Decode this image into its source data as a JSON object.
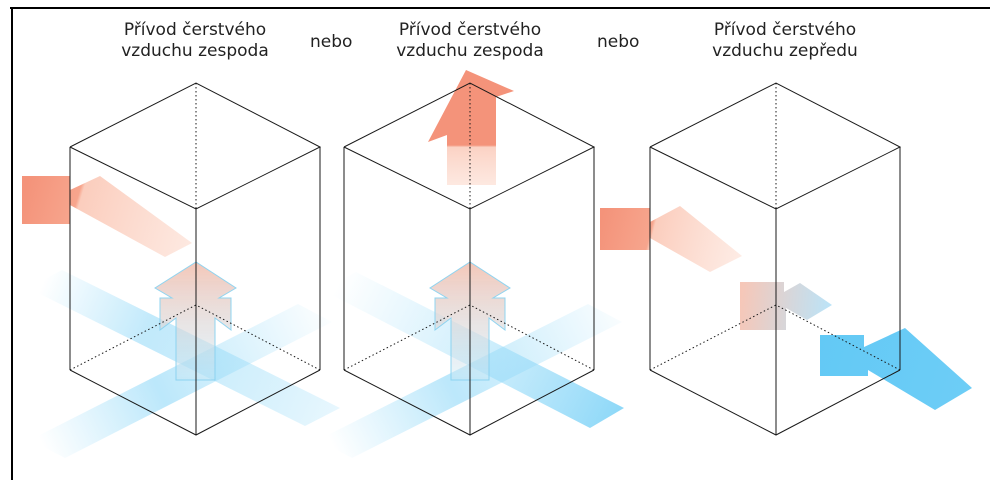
{
  "diagrams": [
    {
      "title_line1": "Přívod čerstvého",
      "title_line2": "vzduchu zespoda"
    },
    {
      "title_line1": "Přívod čerstvého",
      "title_line2": "vzduchu zespoda"
    },
    {
      "title_line1": "Přívod čerstvého",
      "title_line2": "vzduchu zepředu"
    }
  ],
  "separators": [
    "nebo",
    "nebo"
  ],
  "colors": {
    "exhaust_air": "#f4937a",
    "exhaust_air_light": "#fbd2c4",
    "fresh_air": "#6dcdf6",
    "fresh_air_light": "#c8ebfb",
    "edge": "#1a1a1a",
    "frame": "#000000"
  }
}
